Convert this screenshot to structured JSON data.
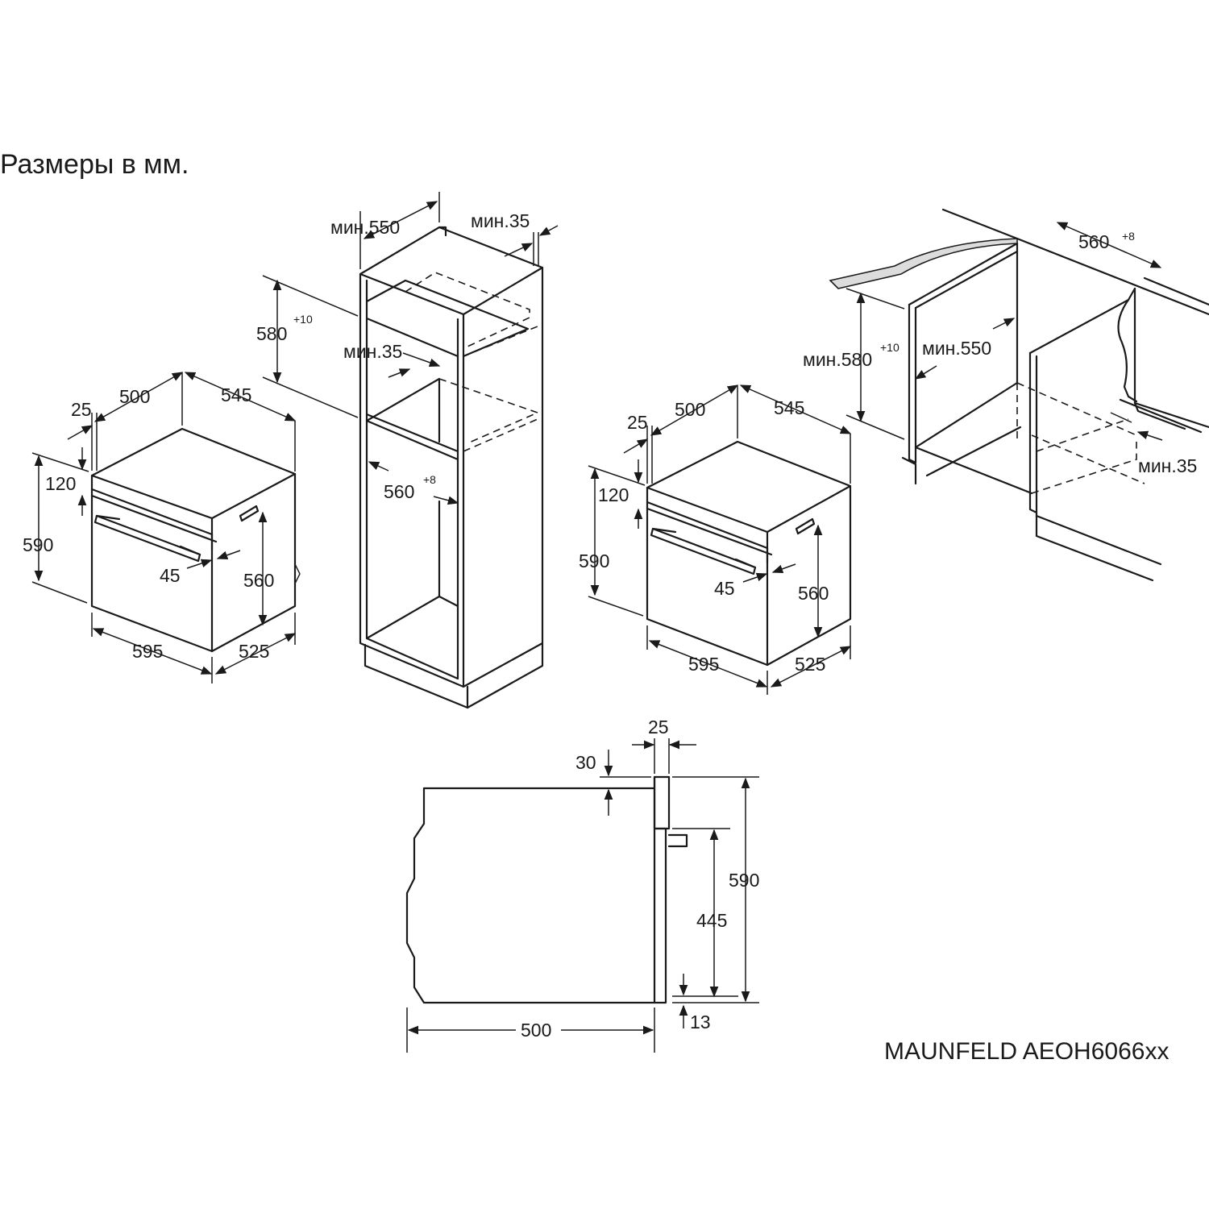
{
  "title": "Размеры в мм.",
  "model": "MAUNFELD AEOH6066xx",
  "colors": {
    "ink": "#1a1a1a",
    "paper": "#ffffff",
    "countertop": "#dcdcdc"
  },
  "oven_left": {
    "d25": "25",
    "d500": "500",
    "d545": "545",
    "d120": "120",
    "d590": "590",
    "d45": "45",
    "d560": "560",
    "d595": "595",
    "d525": "525"
  },
  "tall_cabinet": {
    "min550": "мин.550",
    "min35_top": "мин.35",
    "h580": "580",
    "h580_tol": "+10",
    "min35_mid": "мин.35",
    "w560": "560",
    "w560_tol": "+8"
  },
  "oven_right": {
    "d25": "25",
    "d500": "500",
    "d545": "545",
    "d120": "120",
    "d590": "590",
    "d45": "45",
    "d560": "560",
    "d595": "595",
    "d525": "525"
  },
  "under_counter": {
    "w560": "560",
    "w560_tol": "+8",
    "min580": "мин.580",
    "min580_tol": "+10",
    "min550": "мин.550",
    "min35": "мин.35"
  },
  "side_view": {
    "d25": "25",
    "d30": "30",
    "d590": "590",
    "d445": "445",
    "d500": "500",
    "d13": "13"
  }
}
